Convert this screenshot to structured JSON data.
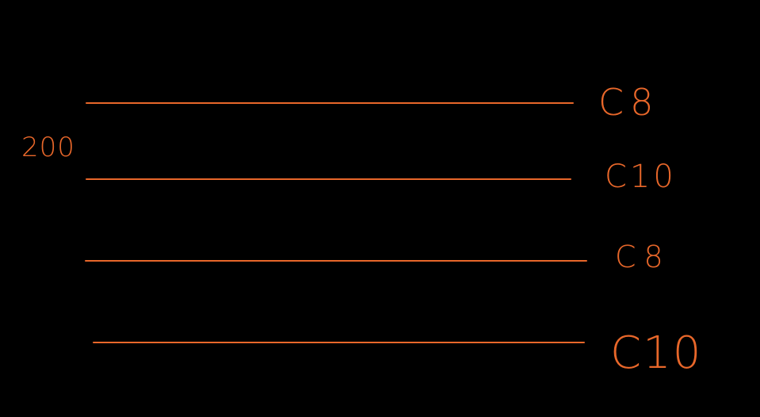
{
  "canvas": {
    "background_color": "#000000",
    "ink_color": "#e8672a"
  },
  "annotation": {
    "text": "200"
  },
  "lines": [
    {
      "label": "C8"
    },
    {
      "label": "C10"
    },
    {
      "label": "C8"
    },
    {
      "label": "C10"
    }
  ]
}
